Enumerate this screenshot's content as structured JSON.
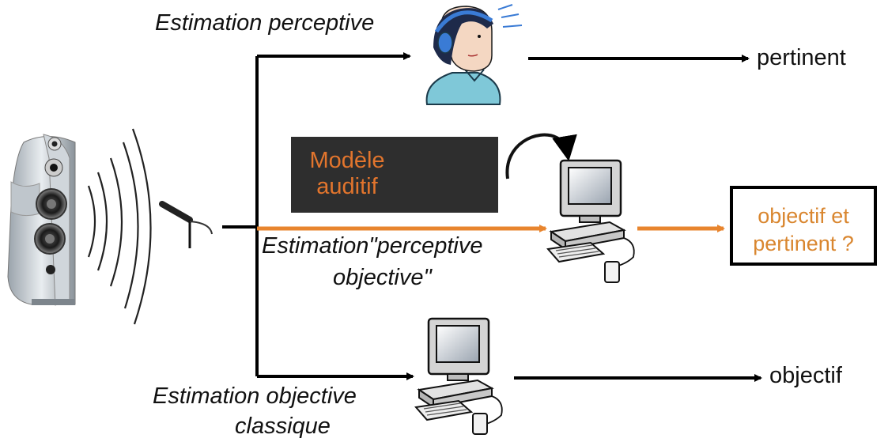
{
  "colors": {
    "arrow_black": "#000000",
    "arrow_orange": "#e8852e",
    "model_background": "#2e2e2e",
    "model_text": "#e2752d",
    "result_text": "#d9862f",
    "person_hair": "#1e2a4a",
    "person_top": "#7fc8d8",
    "headphones": "#3a7bd5"
  },
  "icons": {
    "speaker": "loudspeaker-icon",
    "sound_waves": "sound-waves-icon",
    "microphone": "microphone-icon",
    "listener": "listener-with-headphones-icon",
    "brain": "brain-icon",
    "ear": "ear-icon",
    "computer": "desktop-computer-icon"
  },
  "labels": {
    "perceptive": "Estimation perceptive",
    "perceptive_objective_line1": "Estimation\"perceptive",
    "perceptive_objective_line2": "objective\"",
    "objective_line1": "Estimation objective",
    "objective_line2": "classique",
    "model": "Modèle\nauditif"
  },
  "outputs": {
    "top": "pertinent",
    "middle": "objectif et\npertinent ?",
    "bottom": "objectif"
  }
}
